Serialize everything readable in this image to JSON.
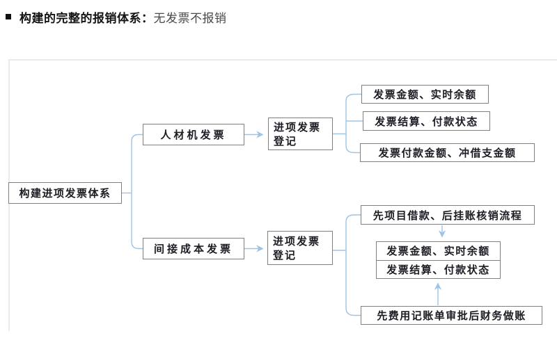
{
  "title": {
    "bullet": "square-bullet",
    "emphasis": "构建的完整的报销体系：",
    "note": "无发票不报销"
  },
  "colors": {
    "connector": "#9dc3e6",
    "box_border": "#7f7f7f",
    "panel_border": "#e9ebe8",
    "text": "#1c1c24"
  },
  "diagram": {
    "root": "构建进项发票体系",
    "top_branch": {
      "category": "人材机发票",
      "register_line1": "进项发票",
      "register_line2": "登记",
      "leaves": [
        "发票金额、实时余额",
        "发票结算、付款状态",
        "发票付款金额、冲借支金额"
      ]
    },
    "bottom_branch": {
      "category": "间接成本发票",
      "register_line1": "进项发票",
      "register_line2": "登记",
      "process_top": "先项目借款、后挂账核销流程",
      "result_rows": [
        "发票金额、实时余额",
        "发票结算、付款状态"
      ],
      "process_bottom": "先费用记账单审批后财务做账"
    }
  }
}
